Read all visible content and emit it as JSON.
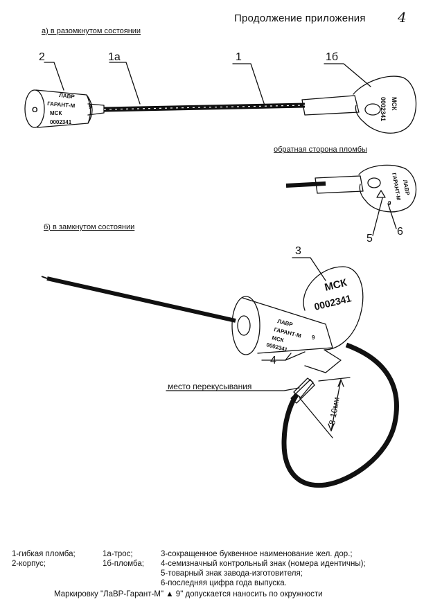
{
  "header": {
    "title": "Продолжение приложения",
    "handwritten_number": "4"
  },
  "sections": {
    "open": "а) в разомкнутом состоянии",
    "reverse": "обратная сторона пломбы",
    "closed": "б) в замкнутом состоянии"
  },
  "labels": {
    "l2": "2",
    "l1a": "1а",
    "l1": "1",
    "l1b": "1б",
    "l3": "3",
    "l4": "4",
    "l5": "5",
    "l6": "6"
  },
  "annotations": {
    "cut_place": "место перекусывания",
    "dimension": "8-10мм"
  },
  "markings": {
    "brand_line1": "ЛАВР",
    "brand_line2": "ГАРАНТ-М",
    "year_digit": "9",
    "road_code": "МСК",
    "serial": "0002341",
    "body_hole": "О"
  },
  "legend": {
    "col1": [
      "1-гибкая пломба;",
      "2-корпус;"
    ],
    "col2": [
      "1а-трос;",
      "1б-пломба;"
    ],
    "col3": [
      "3-сокращенное буквенное наименование жел. дор.;",
      "4-семизначный контрольный знак (номера идентичны);",
      "5-товарный знак завода-изготовителя;",
      "6-последняя цифра года выпуска."
    ],
    "footer": "Маркировку \"ЛаВР-Гарант-М\" ▲ 9\" допускается наносить по окружности"
  }
}
